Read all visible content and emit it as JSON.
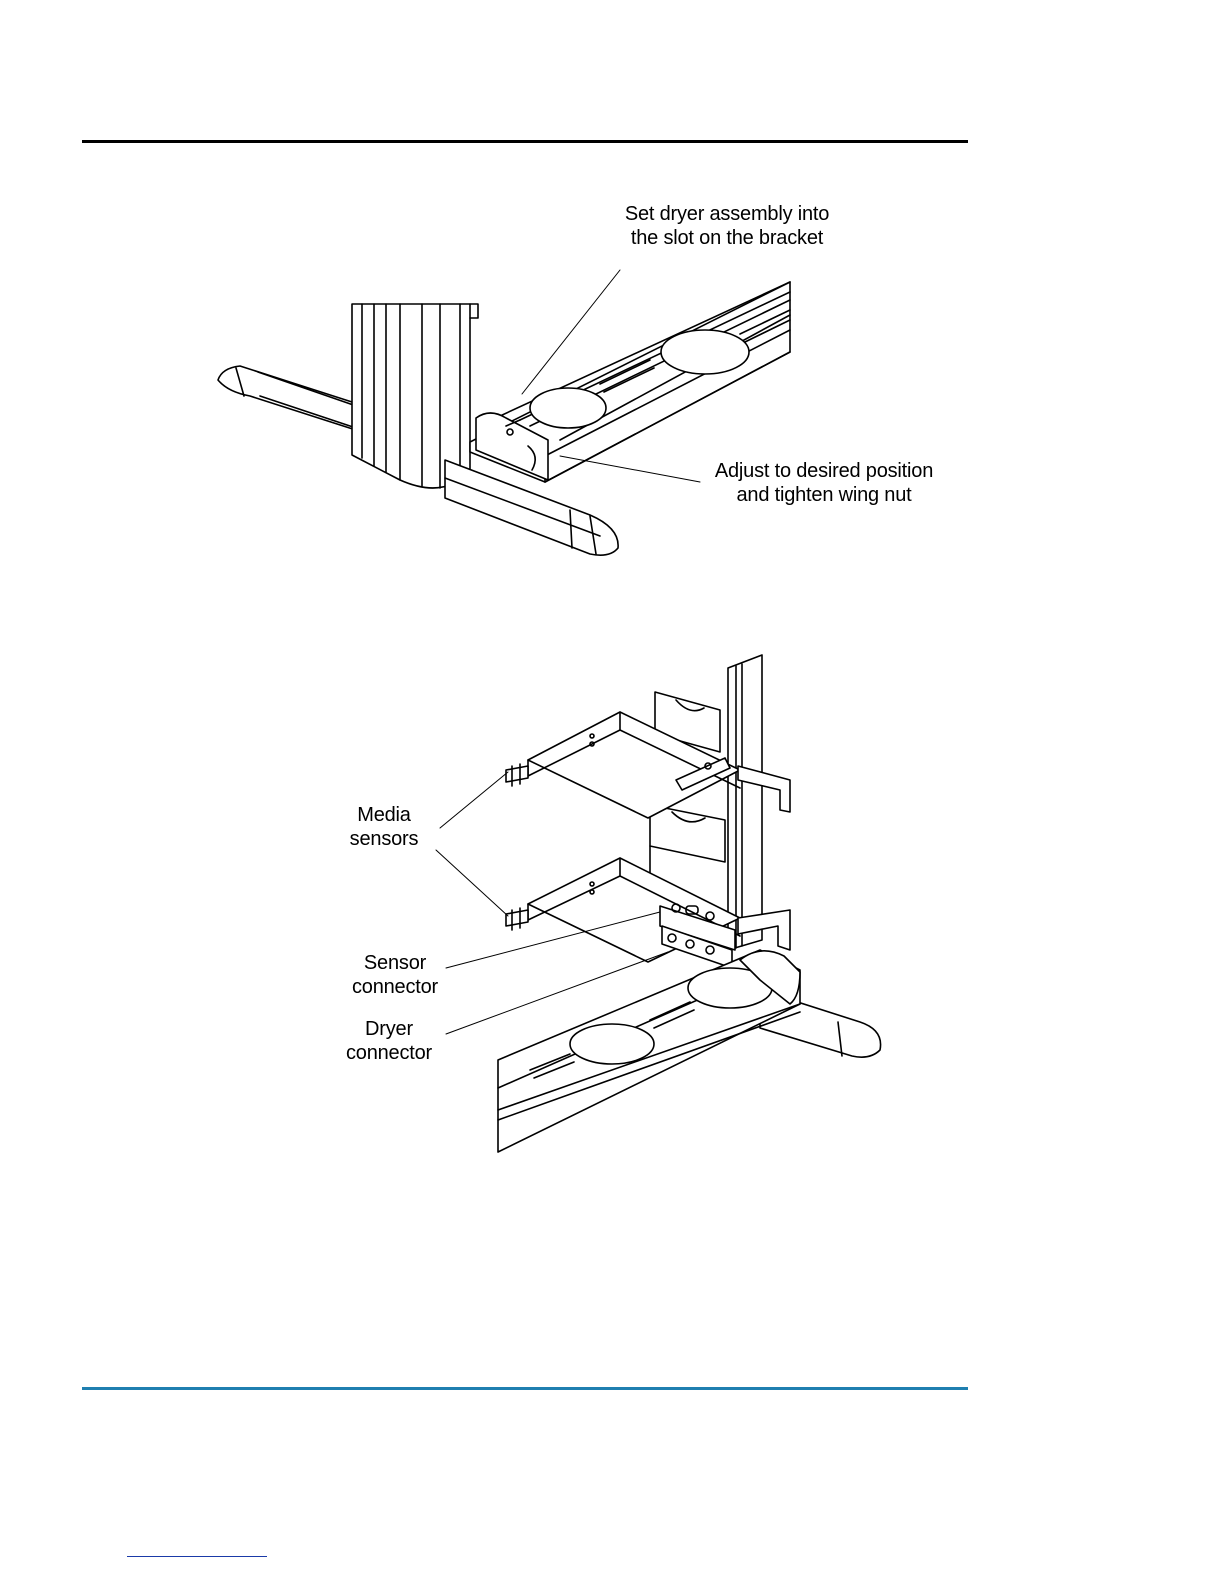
{
  "figure1": {
    "callout_top": "Set dryer assembly into\nthe slot on the bracket",
    "callout_right": "Adjust to desired position\nand tighten wing nut"
  },
  "figure2": {
    "media_sensors": "Media\nsensors",
    "sensor_connector": "Sensor\nconnector",
    "dryer_connector": "Dryer\nconnector"
  }
}
